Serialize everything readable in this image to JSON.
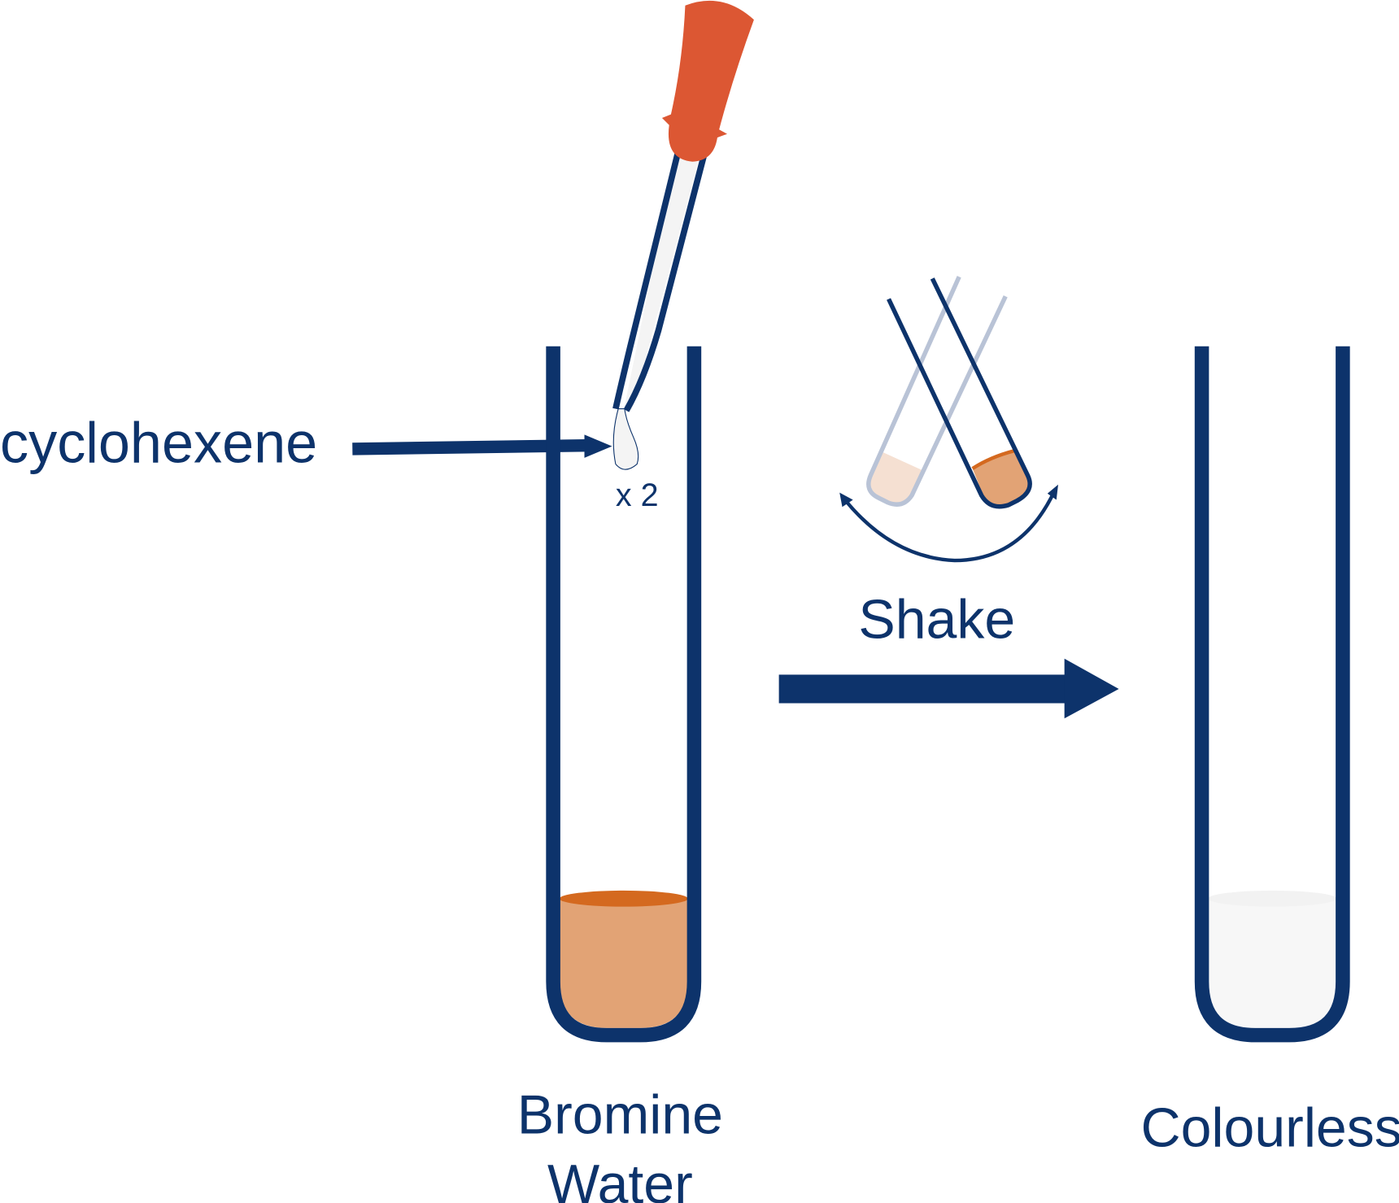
{
  "labels": {
    "reagent": "cyclohexene",
    "drops": "x 2",
    "action": "Shake",
    "start_tube": [
      "Bromine",
      "Water"
    ],
    "end_tube": "Colourless"
  },
  "colors": {
    "outline": "#0d336b",
    "bromine_water": "#e2a375",
    "bromine_surface": "#d4691f",
    "dropper_bulb": "#dc5733",
    "colourless_liquid": "#f7f7f7",
    "faded_tube": "#b9c3d6",
    "faded_liquid": "#f5e0d2"
  }
}
